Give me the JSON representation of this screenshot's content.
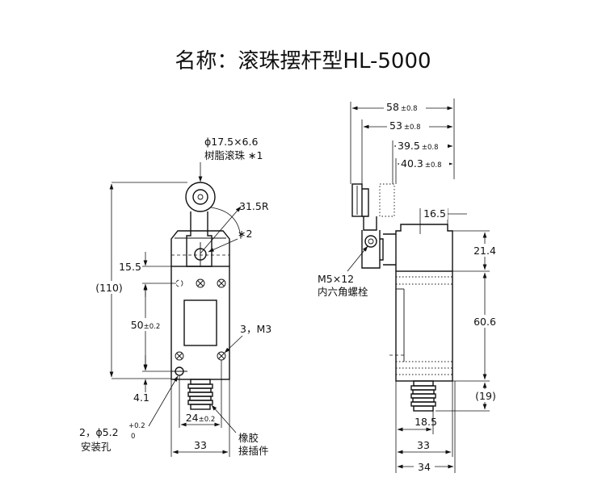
{
  "title": "名称：滚珠摆杆型HL-5000",
  "front": {
    "roller_size": "ϕ17.5×6.6",
    "roller_note": "树脂滚珠 ∗1",
    "radius": "31.5R",
    "note2": "∗2",
    "dim_overall": "(110)",
    "dim_15_5": "15.5",
    "dim_50": "50",
    "dim_50_tol": "±0.2",
    "dim_4_1": "4.1",
    "screw_label": "3，M3",
    "dim_24": "24",
    "dim_24_tol": "±0.2",
    "dim_33": "33",
    "hole_prefix": "2，ϕ5.2",
    "hole_tol_upper": "+0.2",
    "hole_tol_lower": "0",
    "hole_label": "安装孔",
    "rubber_line1": "橡胶",
    "rubber_line2": "接插件"
  },
  "side": {
    "dim_58": "58",
    "dim_53": "53",
    "dim_39_5": "39.5",
    "dim_40_3": "40.3",
    "tol_0_8": "±0.8",
    "dim_16_5": "16.5",
    "dim_21_4": "21.4",
    "bolt_line1": "M5×12",
    "bolt_line2": "内六角螺栓",
    "dim_60_6": "60.6",
    "dim_19": "(19)",
    "dim_18_5": "18.5",
    "dim_33": "33",
    "dim_34": "34"
  }
}
